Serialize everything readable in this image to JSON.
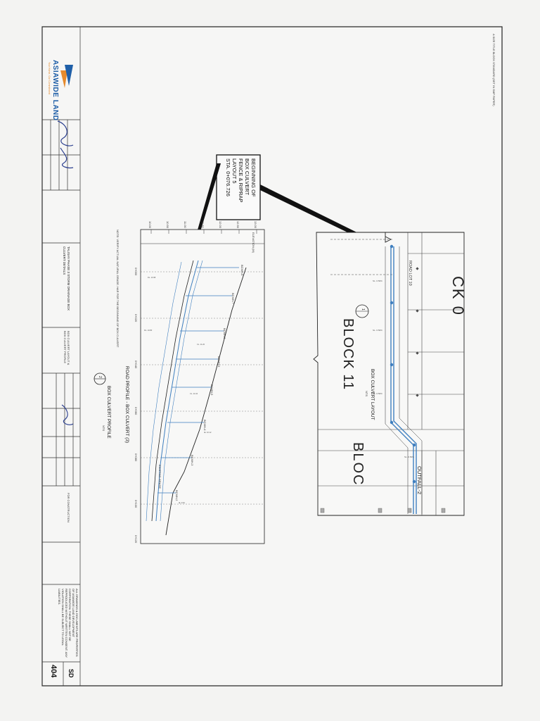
{
  "corner_note": "A SIZE TITLE BLOCK STANDARD (SET IN SMP PAPER)",
  "logo": {
    "name": "ASIAWIDE LAND",
    "tagline": "Your Home, Our Commitment"
  },
  "callout": {
    "lines": [
      "BEGINNING OF",
      "BOX CULVERT",
      "FENCE & RIPRAP",
      "LAYOUT 5",
      "STA. 0+076.726"
    ]
  },
  "layout_plan": {
    "block_main": "BLOCK 11",
    "block_top": "CK 0",
    "block_bottom": "BLOC",
    "road_label": "ROAD LOT 10",
    "outfall": "OUTFALL-2",
    "title": "BOX CULVERT LAYOUT",
    "scale": "NTS",
    "number": "1"
  },
  "profile": {
    "title": "ROAD PROFILE - BOX CULVERT (3)",
    "subtitle": "BOX CULVERT PROFILE",
    "scale": "NTS",
    "number": "2",
    "axis_label": "ELEVATION (M)",
    "existing_grade": "EXISTING GRADE",
    "stations": [
      "0+000",
      "0+020",
      "0+040",
      "0+060",
      "0+080",
      "0+100",
      "0+120"
    ],
    "elevations": [
      "13.00",
      "12.50",
      "12.00",
      "11.50",
      "11.00",
      "10.50",
      "10.00"
    ],
    "note": "NOTE: VERIFY ACTUAL NATURAL GRADE. HAR FOR THE BEGINNING OF BOX CULVERT",
    "markers": [
      "BCMH-6",
      "BCMH-7",
      "BCMH-8",
      "BCMH-9",
      "BCMH-5",
      "BCMH-4",
      "BCMH-3",
      "BCMH-2"
    ]
  },
  "title_block": {
    "project_title": "TALISAY PHASE 3 STORM DRAINAGE BOX CULVERT DETAILS",
    "sheet_content": "BOX CULVERT LAYOUT & BOX CULVERT PROFILE",
    "status": "FOR CONSTRUCTION",
    "notes": "ALL DRAWINGS & DOCUMENTS ARE PROPERTIES OF ASIAWIDE LAND DEVELOPMENT CORPORATION. THESE SHALL NOT BE REPRODUCED WITHOUT WRITTEN CONSENT. ANY VIOLATION SHALL BE SUBJECT TO LEGAL LIABILITIES.",
    "sheet_id": "SD",
    "sheet_number": "404"
  },
  "colors": {
    "ink": "#1b1b1b",
    "pipe": "#3f7fbf",
    "logo_orange": "#e58a2d",
    "logo_blue": "#1f5fa8"
  }
}
